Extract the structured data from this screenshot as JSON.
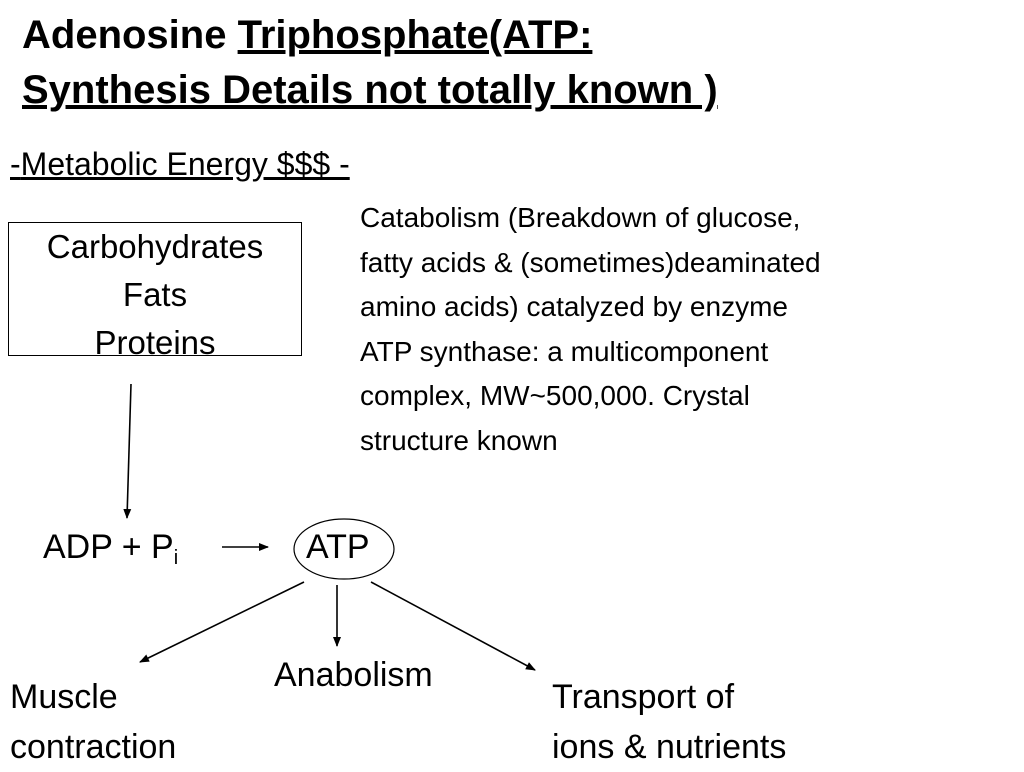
{
  "title": {
    "part1": "Adenosine ",
    "part2": "Triphosphate(ATP:",
    "line2": "Synthesis Details not totally known )"
  },
  "subtitle": {
    "lead": "-",
    "text": "Metabolic Energy  $$$ -"
  },
  "sources": [
    "Carbohydrates",
    "Fats",
    "Proteins"
  ],
  "catabolism": {
    "lines": [
      "Catabolism (Breakdown of glucose,",
      "fatty acids & (sometimes)deaminated",
      "amino acids) catalyzed by enzyme",
      "ATP synthase: a multicomponent",
      "complex, MW~500,000. Crystal",
      "structure known"
    ]
  },
  "reaction": {
    "reactants": "ADP + P",
    "subscript": "i",
    "product": "ATP"
  },
  "uses": {
    "muscle": [
      "Muscle",
      "contraction"
    ],
    "anabolism": "Anabolism",
    "transport": [
      "Transport of",
      "ions & nutrients"
    ]
  },
  "colors": {
    "text": "#000000",
    "background": "#ffffff"
  }
}
